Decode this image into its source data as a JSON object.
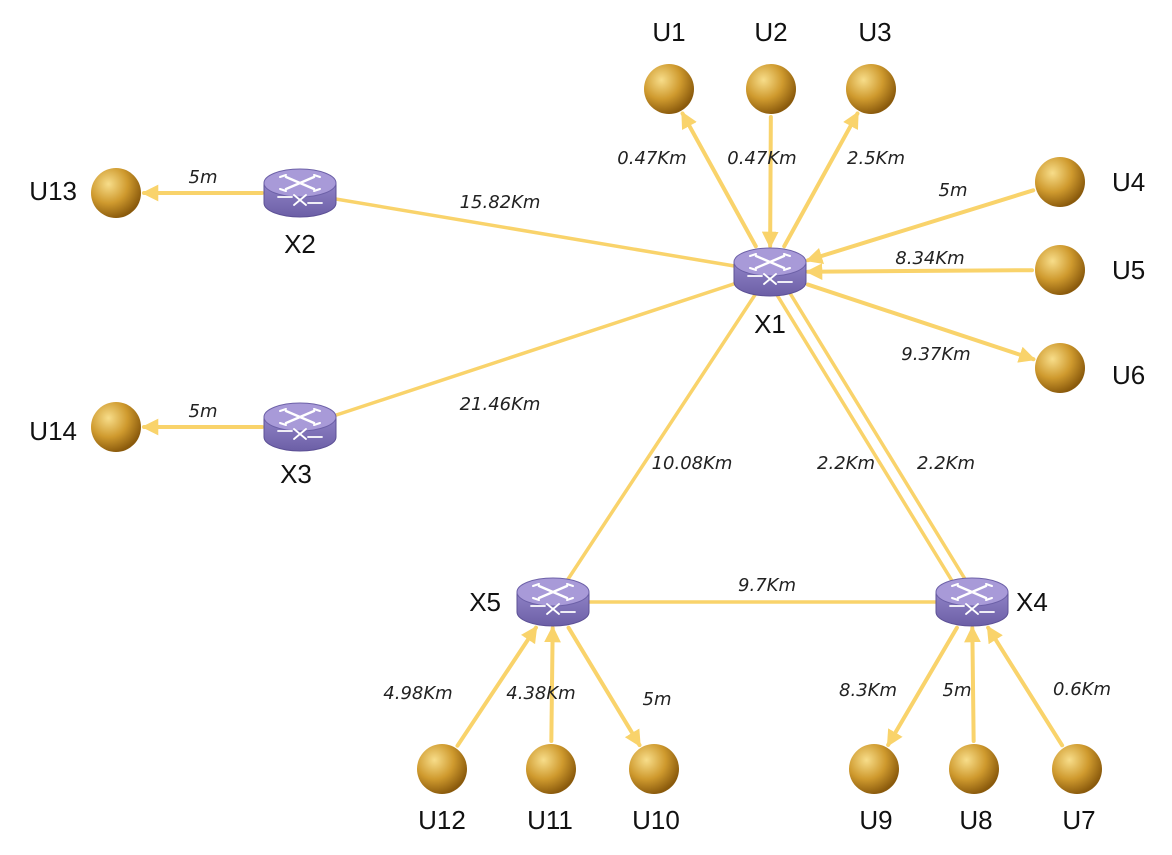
{
  "colors": {
    "edge": "#f9d36b",
    "router_top": "#a89ad8",
    "router_body": "#7d6fb6",
    "router_mark": "#ffffff",
    "user_light": "#f7dd8a",
    "user_mid": "#cf9a2e",
    "user_dark": "#8a5a0c"
  },
  "icons": {
    "router": "router-icon",
    "user": "user-node-icon"
  },
  "routers": [
    {
      "id": "X1",
      "label": "X1"
    },
    {
      "id": "X2",
      "label": "X2"
    },
    {
      "id": "X3",
      "label": "X3"
    },
    {
      "id": "X4",
      "label": "X4"
    },
    {
      "id": "X5",
      "label": "X5"
    }
  ],
  "users": [
    {
      "id": "U1",
      "label": "U1"
    },
    {
      "id": "U2",
      "label": "U2"
    },
    {
      "id": "U3",
      "label": "U3"
    },
    {
      "id": "U4",
      "label": "U4"
    },
    {
      "id": "U5",
      "label": "U5"
    },
    {
      "id": "U6",
      "label": "U6"
    },
    {
      "id": "U7",
      "label": "U7"
    },
    {
      "id": "U8",
      "label": "U8"
    },
    {
      "id": "U9",
      "label": "U9"
    },
    {
      "id": "U10",
      "label": "U10"
    },
    {
      "id": "U11",
      "label": "U11"
    },
    {
      "id": "U12",
      "label": "U12"
    },
    {
      "id": "U13",
      "label": "U13"
    },
    {
      "id": "U14",
      "label": "U14"
    }
  ],
  "links": [
    {
      "from": "X2",
      "to": "X1",
      "label": "15.82Km",
      "directed": false
    },
    {
      "from": "X3",
      "to": "X1",
      "label": "21.46Km",
      "directed": false
    },
    {
      "from": "X5",
      "to": "X1",
      "label": "10.08Km",
      "directed": false
    },
    {
      "from": "X1",
      "to": "X4",
      "label": "2.2Km",
      "directed": false
    },
    {
      "from": "X1",
      "to": "X4",
      "label": "2.2Km",
      "directed": false
    },
    {
      "from": "X5",
      "to": "X4",
      "label": "9.7Km",
      "directed": false
    },
    {
      "from": "X1",
      "to": "U1",
      "label": "0.47Km",
      "directed": true
    },
    {
      "from": "U2",
      "to": "X1",
      "label": "0.47Km",
      "directed": true
    },
    {
      "from": "X1",
      "to": "U3",
      "label": "2.5Km",
      "directed": true
    },
    {
      "from": "U4",
      "to": "X1",
      "label": "5m",
      "directed": true
    },
    {
      "from": "U5",
      "to": "X1",
      "label": "8.34Km",
      "directed": true
    },
    {
      "from": "X1",
      "to": "U6",
      "label": "9.37Km",
      "directed": true
    },
    {
      "from": "X2",
      "to": "U13",
      "label": "5m",
      "directed": true
    },
    {
      "from": "X3",
      "to": "U14",
      "label": "5m",
      "directed": true
    },
    {
      "from": "U12",
      "to": "X5",
      "label": "4.98Km",
      "directed": true
    },
    {
      "from": "U11",
      "to": "X5",
      "label": "4.38Km",
      "directed": true
    },
    {
      "from": "X5",
      "to": "U10",
      "label": "5m",
      "directed": true
    },
    {
      "from": "X4",
      "to": "U9",
      "label": "8.3Km",
      "directed": true
    },
    {
      "from": "U8",
      "to": "X4",
      "label": "5m",
      "directed": true
    },
    {
      "from": "U7",
      "to": "X4",
      "label": "0.6Km",
      "directed": true
    }
  ]
}
